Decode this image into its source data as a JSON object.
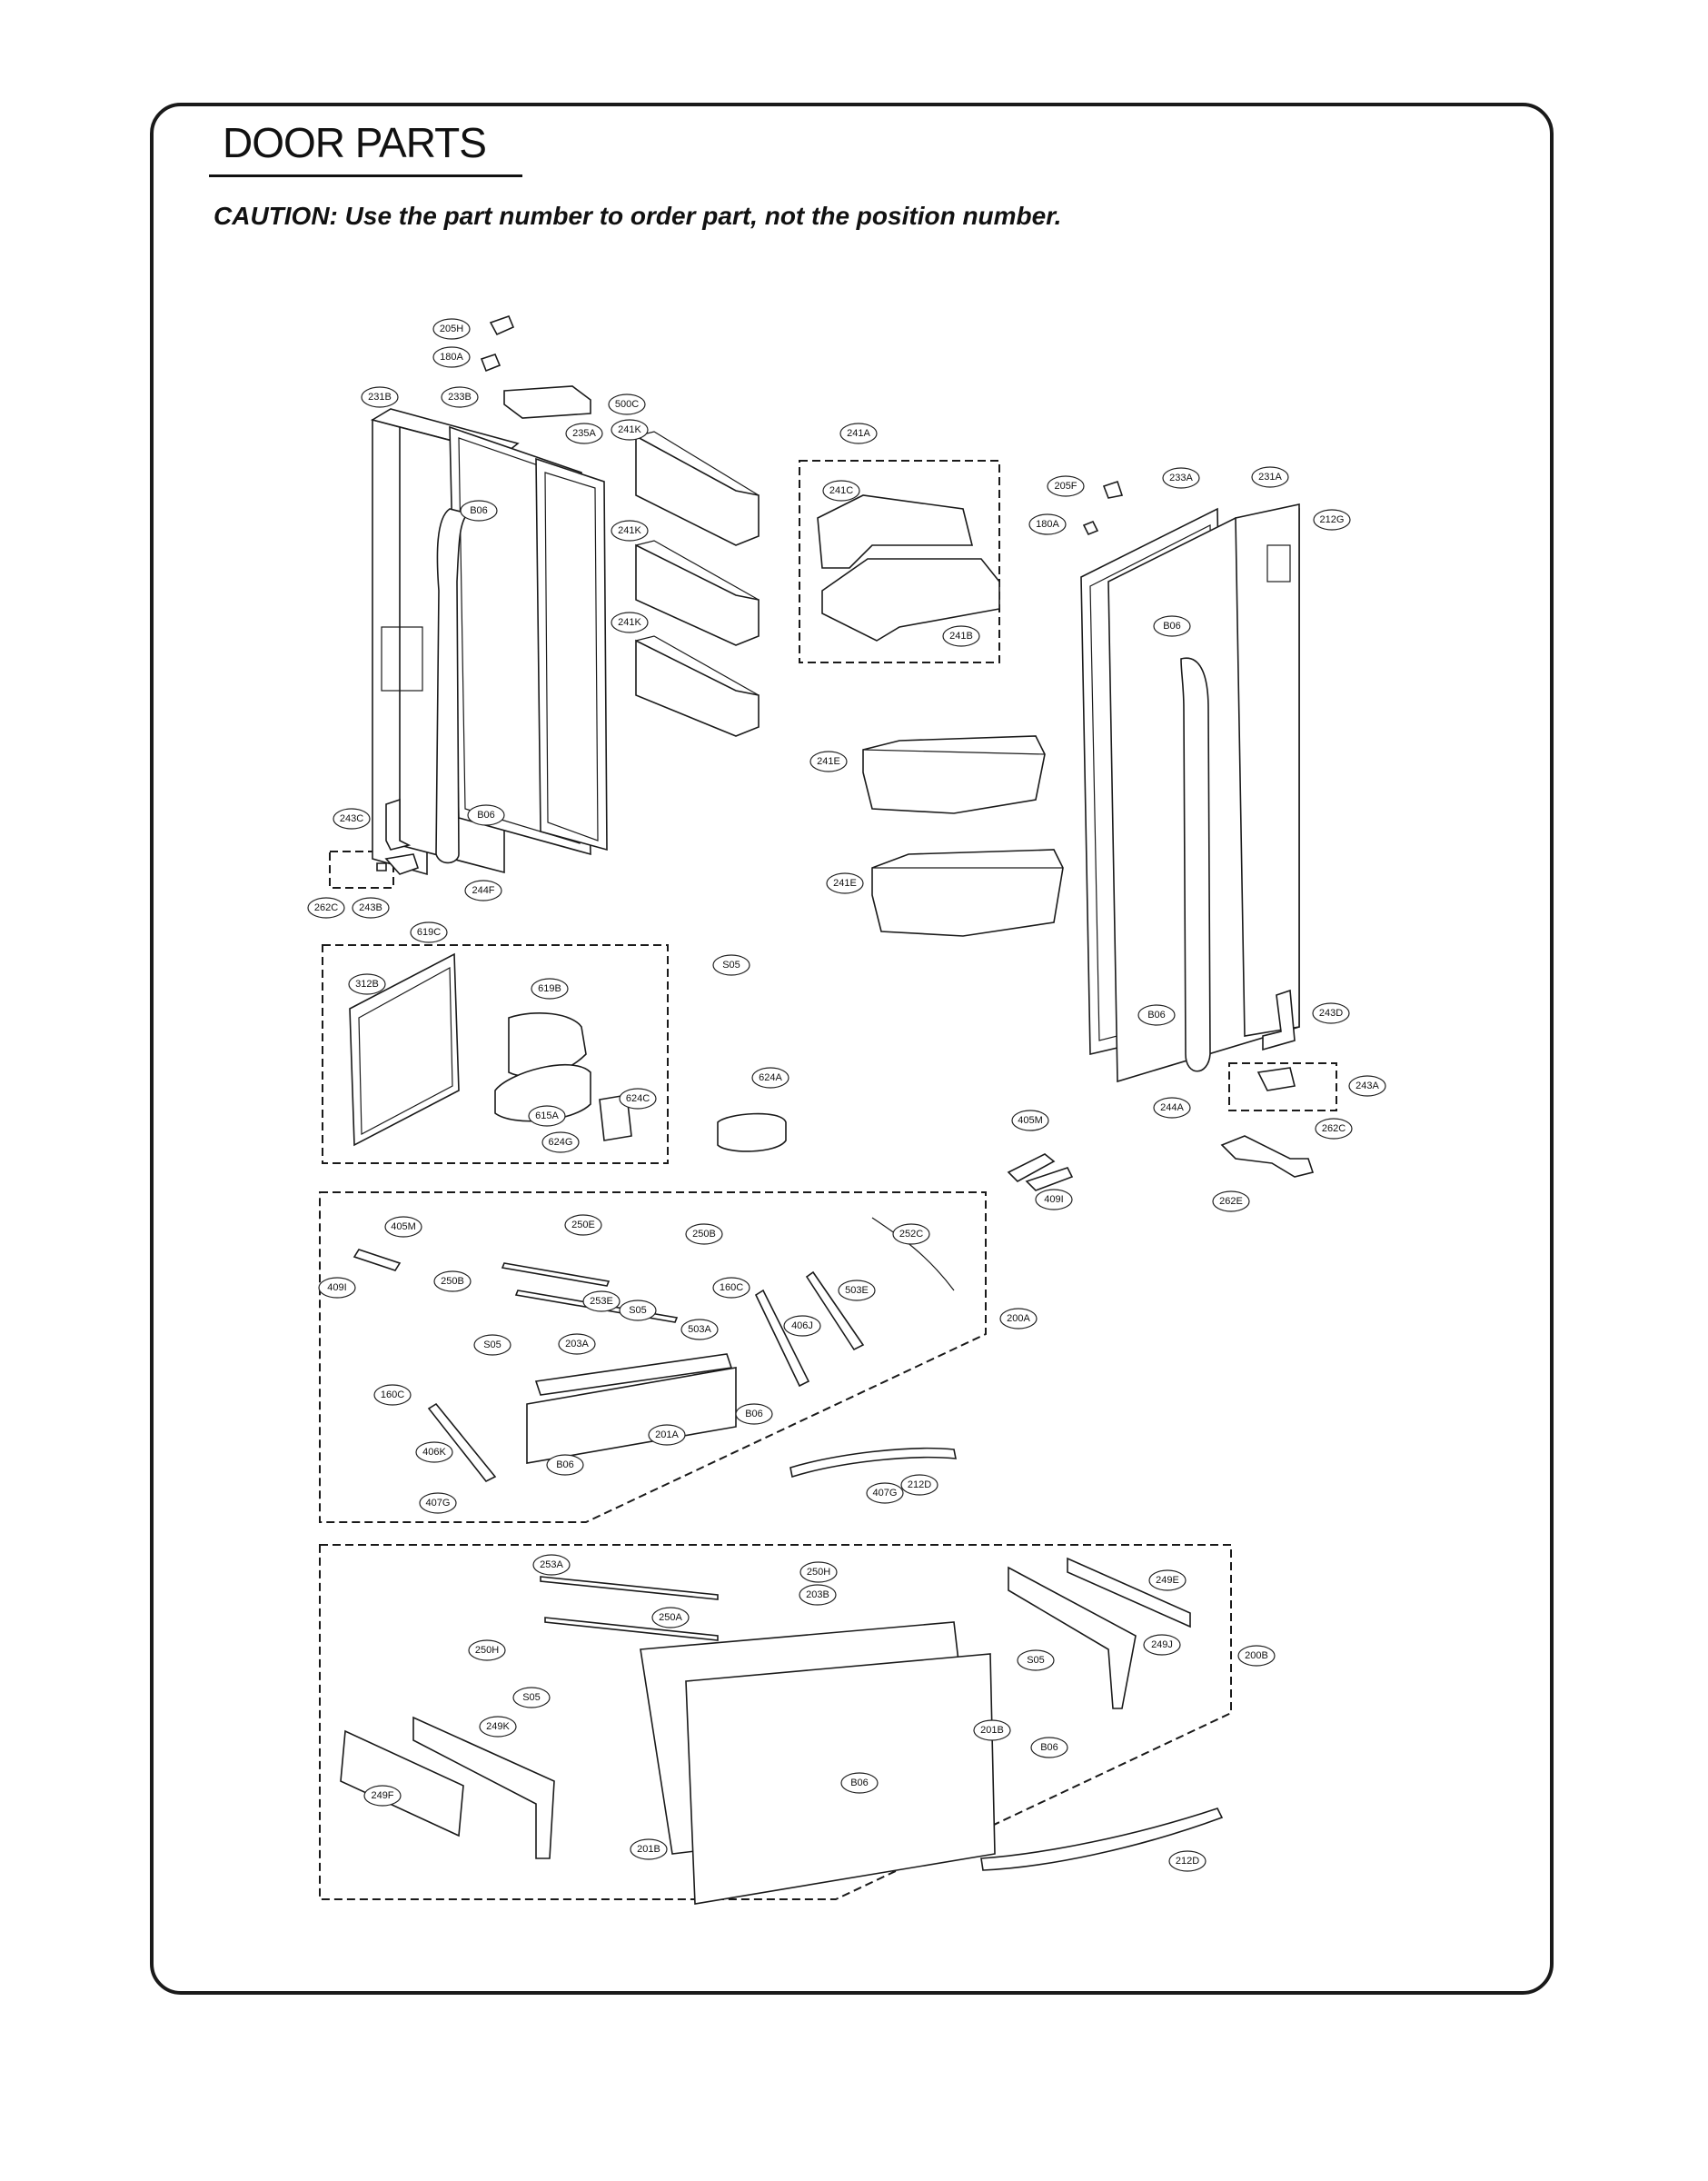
{
  "header": {
    "title": "DOOR PARTS",
    "caution": "CAUTION: Use the part number to order part, not the position number."
  },
  "labels": [
    "205H",
    "180A",
    "231B",
    "233B",
    "500C",
    "235A",
    "241K",
    "241K",
    "241K",
    "241A",
    "241C",
    "241B",
    "205F",
    "180A",
    "233A",
    "231A",
    "212G",
    "B06",
    "B06",
    "B06",
    "241E",
    "241E",
    "243C",
    "262C",
    "243B",
    "244F",
    "619C",
    "312B",
    "619B",
    "S05",
    "624A",
    "615A",
    "624C",
    "624G",
    "B06",
    "243D",
    "243A",
    "244A",
    "262C",
    "405M",
    "409I",
    "262E",
    "405M",
    "250E",
    "250B",
    "250B",
    "409I",
    "253E",
    "S05",
    "160C",
    "503E",
    "252C",
    "S05",
    "203A",
    "503A",
    "406J",
    "200A",
    "160C",
    "406K",
    "201A",
    "B06",
    "B06",
    "407G",
    "407G",
    "212D",
    "253A",
    "250H",
    "203B",
    "249E",
    "250A",
    "250H",
    "S05",
    "249J",
    "200B",
    "S05",
    "249K",
    "201B",
    "B06",
    "249F",
    "B06",
    "201B",
    "212D"
  ]
}
